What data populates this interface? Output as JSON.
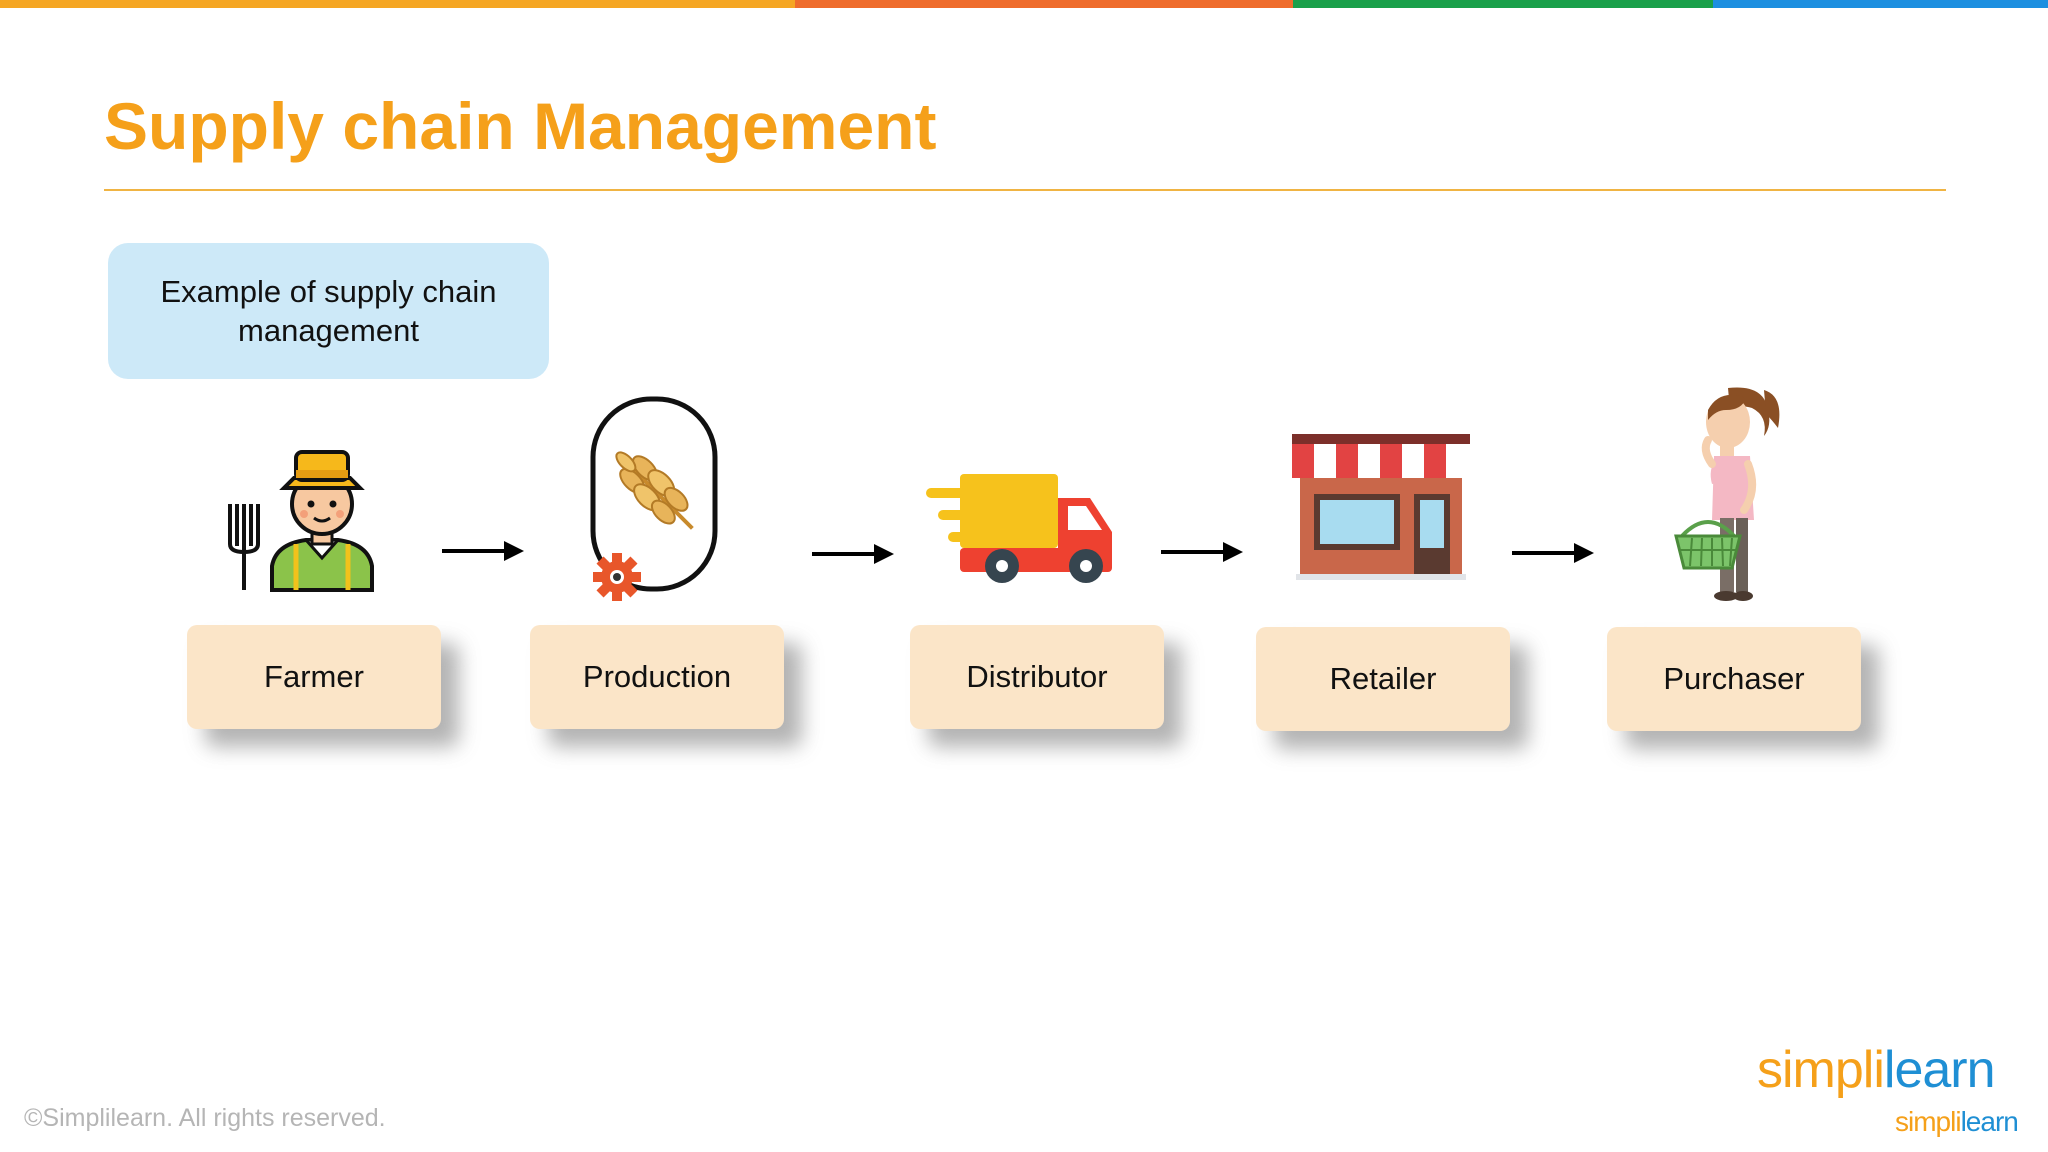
{
  "top_bar_colors": [
    "#f5a623",
    "#ef6c2c",
    "#1aa04a",
    "#1d8fe0"
  ],
  "title": "Supply chain Management",
  "callout": "Example of supply chain management",
  "stages": [
    {
      "label": "Farmer",
      "icon": "farmer-icon"
    },
    {
      "label": "Production",
      "icon": "wheat-production-icon"
    },
    {
      "label": "Distributor",
      "icon": "delivery-truck-icon"
    },
    {
      "label": "Retailer",
      "icon": "store-icon"
    },
    {
      "label": "Purchaser",
      "icon": "shopper-icon"
    }
  ],
  "footer": {
    "copyright": "©Simplilearn. All rights reserved.",
    "logo_main_a": "simpl",
    "logo_main_b": "i",
    "logo_main_c": "learn",
    "logo_small_a": "simpl",
    "logo_small_b": "i",
    "logo_small_c": "learn"
  },
  "colors": {
    "title": "#f5a01a",
    "callout_bg": "#cde9f8",
    "card_bg": "#fbe5c8",
    "logo_orange": "#f5a01a",
    "logo_blue": "#1f8fd4"
  }
}
